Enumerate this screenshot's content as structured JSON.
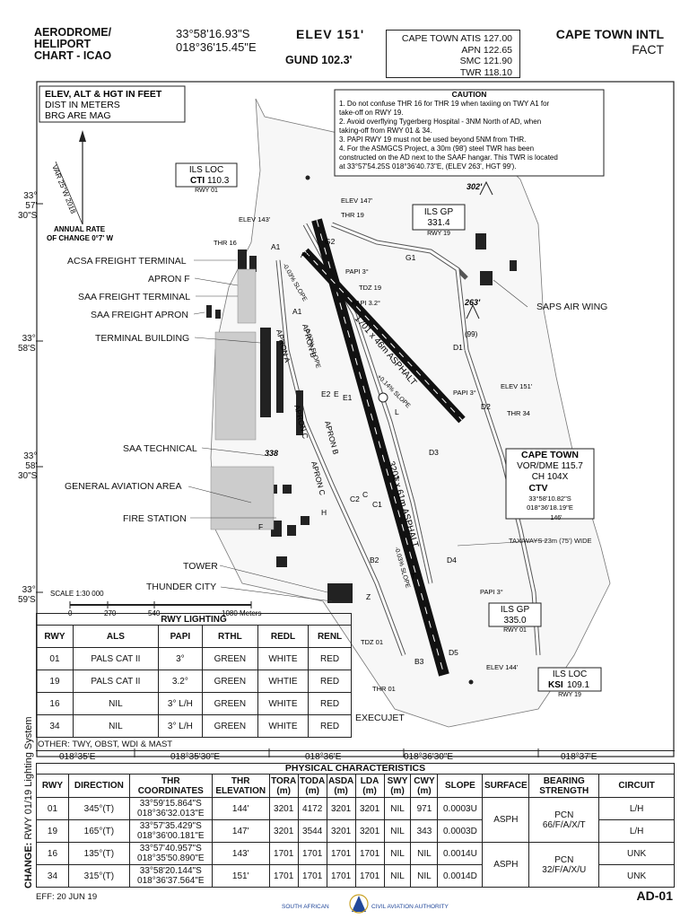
{
  "header": {
    "title_lines": [
      "AERODROME/",
      "HELIPORT",
      "CHART - ICAO"
    ],
    "lat": "33°58'16.93\"S",
    "lon": "018°36'15.45\"E",
    "elev": "ELEV  151'",
    "gund": "GUND  102.3'",
    "freqs": [
      "CAPE TOWN ATIS 127.00",
      "APN 122.65",
      "SMC 121.90",
      "TWR 118.10"
    ],
    "airport": "CAPE TOWN INTL",
    "icao": "FACT"
  },
  "map": {
    "legend_lines": [
      "ELEV, ALT & HGT IN FEET",
      "DIST IN METERS",
      "BRG ARE MAG"
    ],
    "var_text": "VAR 25°W 2018",
    "annual_rate": [
      "ANNUAL RATE",
      "OF CHANGE 0°7' W"
    ],
    "caution_title": "CAUTION",
    "caution_items": [
      "1. Do not confuse THR 16 for THR 19 when taxiing on TWY A1 for",
      "    take-off on RWY 19.",
      "2. Avoid overflying Tygerberg Hospital - 3NM North of AD, when",
      "    taking-off from RWY 01 & 34.",
      "3. PAPI RWY 19 must not be used beyond 5NM from THR.",
      "4. For the ASMGCS Project, a 30m (98') steel TWR has been",
      "    constructed on the AD next to the SAAF hangar. This TWR is located",
      "    at 33°57'54.25S 018°36'40.73\"E, (ELEV 263', HGT 99')."
    ],
    "lat_labels": [
      "33°",
      "57'",
      "30\"S",
      "33°",
      "58'S",
      "33°",
      "58'",
      "30\"S",
      "33°",
      "59'S"
    ],
    "ils_loc_top": {
      "title": "ILS LOC",
      "ident": "CTI",
      "freq": "110.3",
      "rwy": "RWY 01"
    },
    "ils_gp_top": {
      "title": "ILS GP",
      "freq": "331.4",
      "rwy": "RWY 19"
    },
    "ils_gp_bottom": {
      "title": "ILS GP",
      "freq": "335.0",
      "rwy": "RWY 01"
    },
    "ils_loc_bottom": {
      "title": "ILS LOC",
      "ident": "KSI",
      "freq": "109.1",
      "rwy": "RWY 19"
    },
    "vor": {
      "title": "CAPE TOWN",
      "line1": "VOR/DME 115.7",
      "line2": "CH 104X",
      "ident": "CTV",
      "lat": "33°58'10.82\"S",
      "lon": "018°36'18.19\"E",
      "elev": "146'"
    },
    "labels_left": [
      "ACSA FREIGHT TERMINAL",
      "APRON F",
      "SAA FREIGHT TERMINAL",
      "SAA FREIGHT APRON",
      "TERMINAL BUILDING",
      "SAA TECHNICAL",
      "GENERAL AVIATION AREA",
      "FIRE STATION",
      "TOWER",
      "THUNDER CITY"
    ],
    "labels_right": [
      "SAPS AIR WING",
      "TAXIWAYS 23m (75') WIDE",
      "EXECUJET"
    ],
    "rwy_main": "3201 x 61m   ASPHALT",
    "rwy_cross": "1701 x 46m   ASPHALT",
    "small": {
      "elev147": "ELEV 147'",
      "thr19": "THR 19",
      "elev143": "ELEV 143'",
      "thr16": "THR 16",
      "papi3_a": "PAPI 3°",
      "tdz19": "TDZ 19",
      "papi32": "PAPI 3.2°",
      "elev151": "ELEV 151'",
      "papi3_b": "PAPI 3°",
      "thr34": "THR 34",
      "papi3_c": "PAPI 3°",
      "tdz01": "TDZ 01",
      "elev144": "ELEV 144'",
      "thr01": "THR 01",
      "h302": "302'",
      "h263": "263'",
      "h99": "(99)",
      "h338": "338",
      "slope1": "-0.03% SLOPE",
      "slope2": "-0.07% SLOPE",
      "slope3": "+0.14% SLOPE",
      "slope4": "-0.03% SLOPE",
      "twy": [
        "A1",
        "A2",
        "G2",
        "G1",
        "A1",
        "D1",
        "D2",
        "E2",
        "E",
        "E1",
        "L",
        "D3",
        "M",
        "C2",
        "C",
        "C1",
        "H",
        "B2",
        "D4",
        "Z",
        "B3",
        "D5",
        "T",
        "F"
      ],
      "aprons": [
        "APRON A",
        "APRON B",
        "APRON C",
        "APRON B",
        "APRON C"
      ]
    },
    "scale": {
      "title": "SCALE 1:30 000",
      "ticks": [
        "0",
        "270",
        "540",
        "1080 Meters"
      ]
    }
  },
  "rwy_lighting": {
    "caption": "RWY LIGHTING",
    "headers": [
      "RWY",
      "ALS",
      "PAPI",
      "RTHL",
      "REDL",
      "RENL"
    ],
    "rows": [
      [
        "01",
        "PALS CAT II",
        "3°",
        "GREEN",
        "WHITE",
        "RED"
      ],
      [
        "19",
        "PALS CAT II",
        "3.2°",
        "GREEN",
        "WHTIE",
        "RED"
      ],
      [
        "16",
        "NIL",
        "3° L/H",
        "GREEN",
        "WHITE",
        "RED"
      ],
      [
        "34",
        "NIL",
        "3° L/H",
        "GREEN",
        "WHITE",
        "RED"
      ]
    ],
    "other": "OTHER: TWY, OBST, WDI & MAST"
  },
  "lon_labels": [
    "018°35'E",
    "018°35'30\"E",
    "018°36'E",
    "018°36'30\"E",
    "018°37'E"
  ],
  "change_note": {
    "bold": "CHANGE:",
    "text": " RWY 01/19  Lighting System"
  },
  "physical": {
    "caption": "PHYSICAL CHARACTERISTICS",
    "headers": [
      "RWY",
      "DIRECTION",
      "THR COORDINATES",
      "THR ELEVATION",
      "TORA (m)",
      "TODA (m)",
      "ASDA (m)",
      "LDA (m)",
      "SWY (m)",
      "CWY (m)",
      "SLOPE",
      "SURFACE",
      "BEARING STRENGTH",
      "CIRCUIT"
    ],
    "rows": [
      {
        "rwy": "01",
        "dir": "345°(T)",
        "lat": "33°59'15.864\"S",
        "lon": "018°36'32.013\"E",
        "elev": "144'",
        "tora": "3201",
        "toda": "4172",
        "asda": "3201",
        "lda": "3201",
        "swy": "NIL",
        "cwy": "971",
        "slope": "0.0003U",
        "circuit": "L/H"
      },
      {
        "rwy": "19",
        "dir": "165°(T)",
        "lat": "33°57'35.429\"S",
        "lon": "018°36'00.181\"E",
        "elev": "147'",
        "tora": "3201",
        "toda": "3544",
        "asda": "3201",
        "lda": "3201",
        "swy": "NIL",
        "cwy": "343",
        "slope": "0.0003D",
        "circuit": "L/H"
      },
      {
        "rwy": "16",
        "dir": "135°(T)",
        "lat": "33°57'40.957\"S",
        "lon": "018°35'50.890\"E",
        "elev": "143'",
        "tora": "1701",
        "toda": "1701",
        "asda": "1701",
        "lda": "1701",
        "swy": "NIL",
        "cwy": "NIL",
        "slope": "0.0014U",
        "circuit": "UNK"
      },
      {
        "rwy": "34",
        "dir": "315°(T)",
        "lat": "33°58'20.144\"S",
        "lon": "018°36'37.564\"E",
        "elev": "151'",
        "tora": "1701",
        "toda": "1701",
        "asda": "1701",
        "lda": "1701",
        "swy": "NIL",
        "cwy": "NIL",
        "slope": "0.0014D",
        "circuit": "UNK"
      }
    ],
    "surface_a": "ASPH",
    "pcn_a": "PCN",
    "pcn_a2": "66/F/A/X/T",
    "surface_b": "ASPH",
    "pcn_b": "PCN",
    "pcn_b2": "32/F/A/X/U"
  },
  "footer": {
    "eff": "EFF: 20 JUN 19",
    "page": "AD-01",
    "org_left": "SOUTH AFRICAN",
    "org_right": "CIVIL AVIATION AUTHORITY"
  }
}
